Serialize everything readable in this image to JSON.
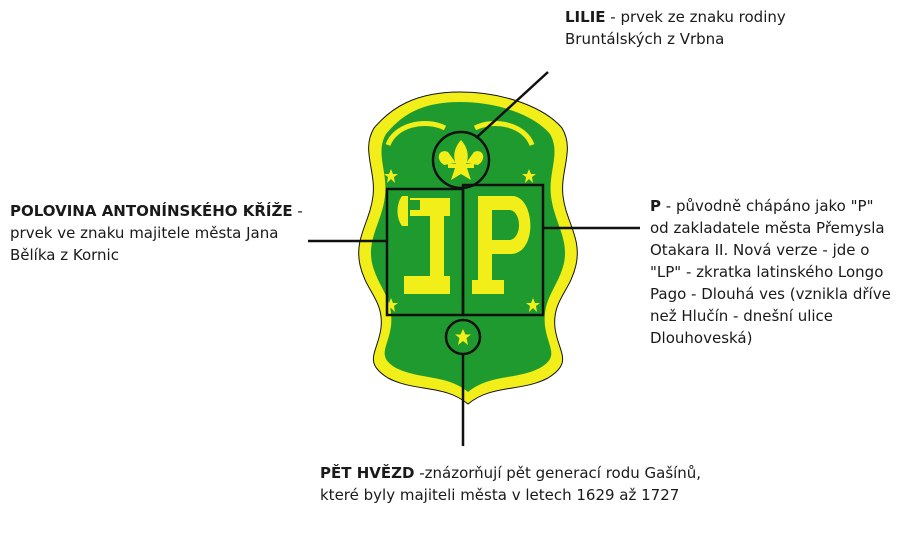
{
  "annotations": {
    "lilie": {
      "title": "LILIE",
      "text": " - prvek ze znaku rodiny Bruntálských z Vrbna"
    },
    "cross": {
      "title": "POLOVINA ANTONÍNSKÉHO KŘÍŽE",
      "text": " - prvek ve znaku majitele města Jana Bělíka z Kornic"
    },
    "p": {
      "title": "P",
      "text": " - původně chápáno jako \"P\" od zakladatele města Přemysla Otakara II. Nová verze - jde o \"LP\" - zkratka latinského Longo Pago - Dlouhá ves (vznikla dříve než Hlučín - dnešní ulice Dlouhoveská)"
    },
    "stars": {
      "title": "PĚT HVĚZD",
      "text": " -znázorňují pět generací rodu Gašínů, které byly majiteli města v letech 1629 až 1727"
    }
  },
  "colors": {
    "shield_green": "#1f9a2e",
    "gold": "#f2ee1a",
    "outline": "#111111"
  }
}
